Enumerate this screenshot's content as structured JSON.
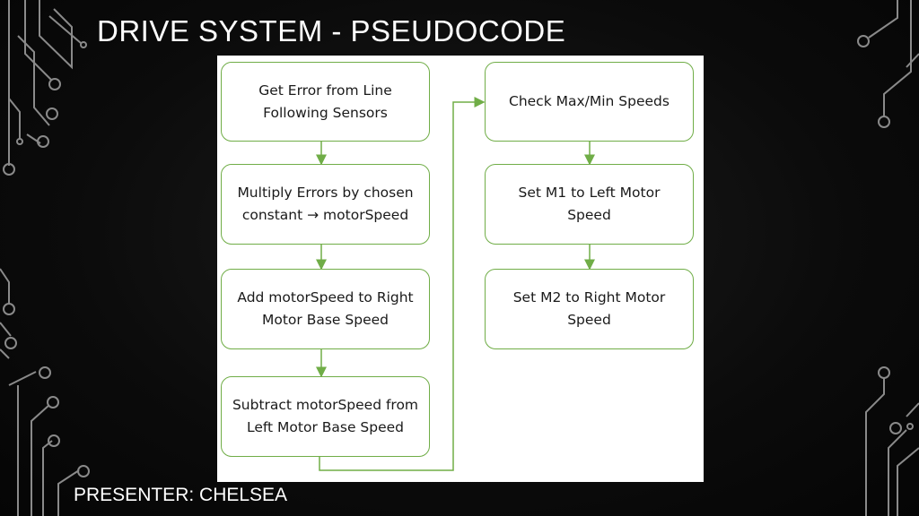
{
  "slide": {
    "title": "DRIVE SYSTEM - PSEUDOCODE",
    "presenter": "PRESENTER: CHELSEA"
  },
  "flowchart": {
    "left_column": [
      {
        "text": "Get Error from Line Following Sensors"
      },
      {
        "text": "Multiply Errors by chosen constant → motorSpeed"
      },
      {
        "text": "Add motorSpeed to Right Motor Base Speed"
      },
      {
        "text": "Subtract motorSpeed from Left Motor Base Speed"
      }
    ],
    "right_column": [
      {
        "text": "Check Max/Min Speeds"
      },
      {
        "text": "Set M1 to Left Motor Speed"
      },
      {
        "text": "Set M2 to Right Motor Speed"
      }
    ],
    "accent_color": "#70ad47"
  }
}
